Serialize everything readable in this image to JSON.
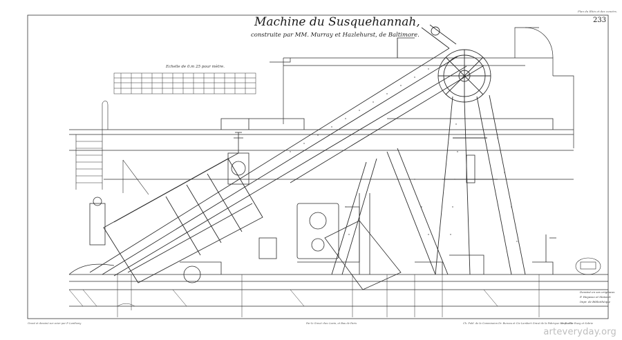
{
  "plate": {
    "title": "Machine du Susquehannah,",
    "subtitle": "construite par MM. Murray et Hazlehurst, de Baltimore.",
    "number": "233",
    "corner_note": "Plan du Rhin et des conctrs.",
    "scale": "Echelle de 0.m 25 pour mètre.",
    "credit_left": "Gravé et dessiné sur acier par P. Lanthony",
    "credit_mid": "Par le Gravé chez Lavin, et Bau de Paris",
    "credit_right": "Ch. Publ. de la Commission   Dr. Bureau et Cie Lambert   Gravé de la Fabrique   Mr. Ruelle",
    "credit_right2": "Imp. chez Rueg et Sobrie",
    "stamp_note": [
      "Dessiné en ses originaux",
      "F. Hayasso et Maisnet",
      "Impr. de Bibliothèque"
    ]
  },
  "watermark": "arteveryday.org",
  "colors": {
    "ink": "#1a1a1a",
    "paper": "#ffffff",
    "watermark": "#bdbdbd"
  }
}
